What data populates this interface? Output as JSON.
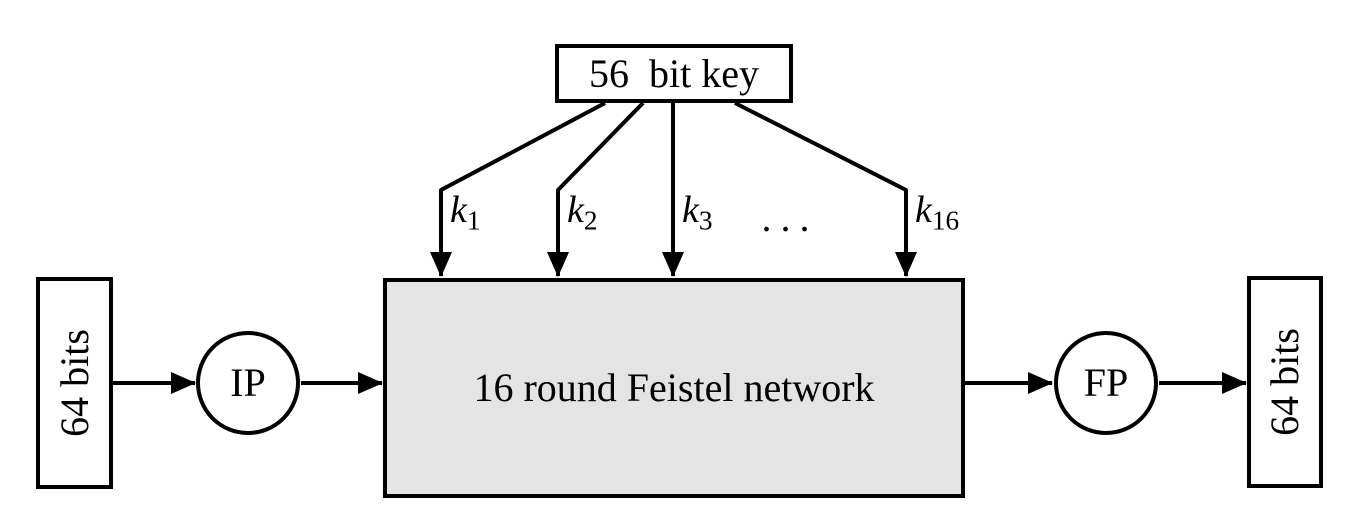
{
  "colors": {
    "stroke": "#000000",
    "background": "#ffffff",
    "feistel_fill": "#e4e4e4"
  },
  "nodes": {
    "key_box": {
      "label": "56  bit key"
    },
    "input_box": {
      "label": "64 bits"
    },
    "ip_node": {
      "label": "IP"
    },
    "feistel_box": {
      "label": "16 round Feistel network"
    },
    "fp_node": {
      "label": "FP"
    },
    "output_box": {
      "label": "64 bits"
    }
  },
  "subkey_labels": [
    {
      "base": "k",
      "sub": "1"
    },
    {
      "base": "k",
      "sub": "2"
    },
    {
      "base": "k",
      "sub": "3"
    },
    {
      "base": "k",
      "sub": "16"
    }
  ],
  "ellipsis": "..."
}
